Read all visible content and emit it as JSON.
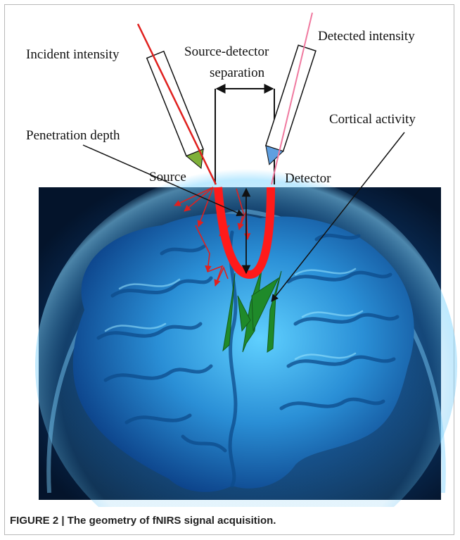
{
  "labels": {
    "incident_intensity": "Incident intensity",
    "detected_intensity": "Detected intensity",
    "separation_line1": "Source-detector",
    "separation_line2": "separation",
    "penetration_depth": "Penetration depth",
    "cortical_activity": "Cortical activity",
    "source": "Source",
    "detector": "Detector"
  },
  "caption": {
    "figure_number": "FIGURE 2",
    "separator": " | ",
    "text": "The geometry of fNIRS signal acquisition."
  },
  "colors": {
    "brain_blue": "#2a8fd6",
    "brain_dark": "#061a33",
    "banana_red": "#ff1a1a",
    "ray_red": "#e0201e",
    "activity_green": "#1f8a2a",
    "source_tip": "#7fb03a",
    "detector_tip": "#5f9fe0",
    "detected_beam": "#f07aa0"
  },
  "icons": [
    "brain-illustration",
    "source-probe-icon",
    "detector-probe-icon",
    "light-path-banana",
    "cortical-activation-icon"
  ]
}
